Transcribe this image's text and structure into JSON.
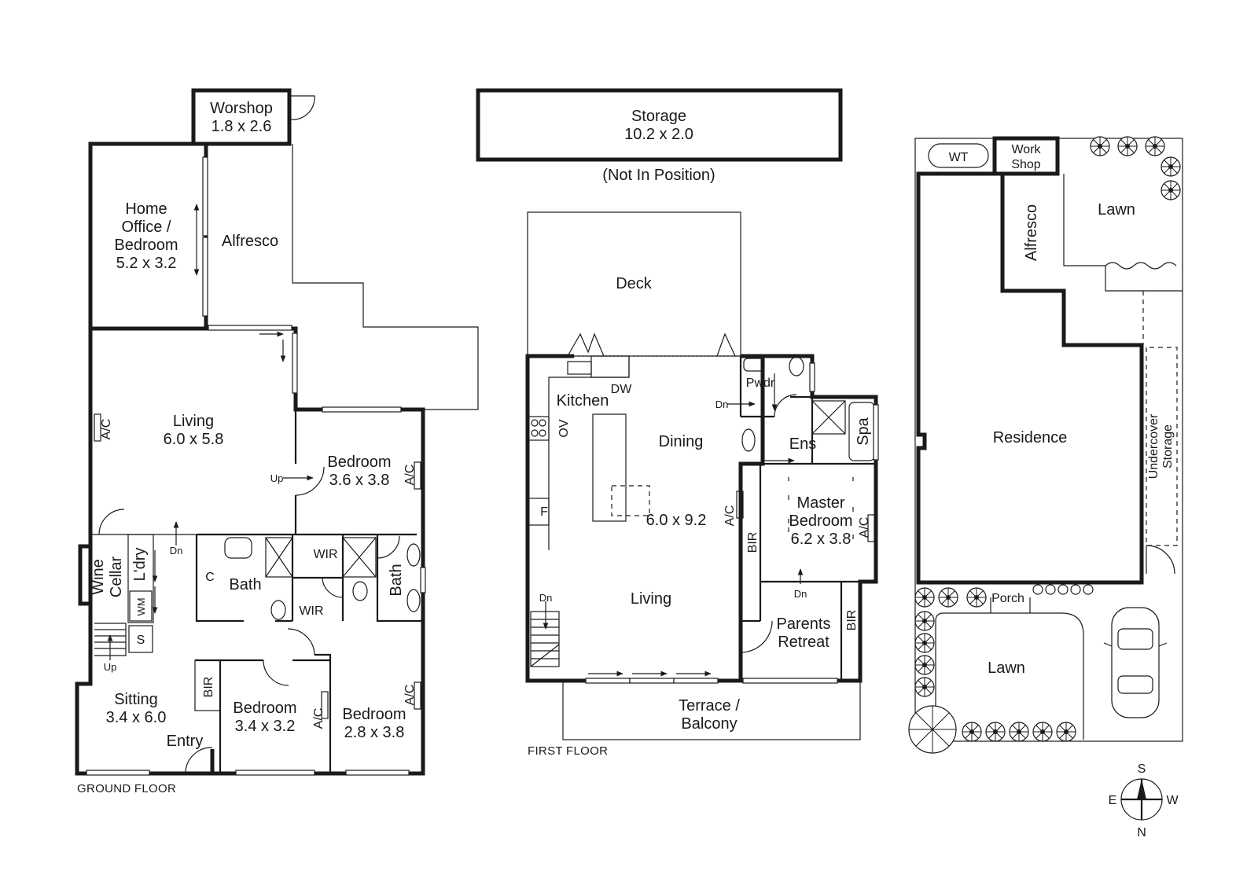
{
  "ground_floor": {
    "caption": "GROUND FLOOR",
    "worshop": {
      "name": "Worshop",
      "dims": "1.8 x 2.6"
    },
    "home_office": {
      "line1": "Home",
      "line2": "Office /",
      "line3": "Bedroom",
      "dims": "5.2 x 3.2"
    },
    "alfresco": "Alfresco",
    "living": {
      "name": "Living",
      "dims": "6.0 x 5.8"
    },
    "bedroom_a": {
      "name": "Bedroom",
      "dims": "3.6 x 3.8"
    },
    "bedroom_b": {
      "name": "Bedroom",
      "dims": "3.4 x 3.2"
    },
    "bedroom_c": {
      "name": "Bedroom",
      "dims": "2.8 x 3.8"
    },
    "sitting": {
      "name": "Sitting",
      "dims": "3.4 x 6.0"
    },
    "entry": "Entry",
    "wine_cellar": {
      "line1": "Wine",
      "line2": "Cellar"
    },
    "laundry": "L'dry",
    "wm": "WM",
    "s": "S",
    "c": "C",
    "bath": "Bath",
    "wir": "WIR",
    "bir": "BIR",
    "ac": "A/C",
    "up": "Up",
    "dn": "Dn"
  },
  "storage": {
    "name": "Storage",
    "dims": "10.2 x 2.0",
    "note": "(Not In Position)"
  },
  "first_floor": {
    "caption": "FIRST FLOOR",
    "deck": "Deck",
    "kitchen": "Kitchen",
    "dw": "DW",
    "f": "F",
    "dining": "Dining",
    "living": {
      "name": "Living",
      "dims": "6.0 x 9.2"
    },
    "pwdr": "Pwdr",
    "ens": "Ens",
    "spa": "Spa",
    "master": {
      "line1": "Master",
      "line2": "Bedroom",
      "dims": "6.2 x 3.8"
    },
    "parents": {
      "line1": "Parents",
      "line2": "Retreat"
    },
    "terrace": {
      "line1": "Terrace /",
      "line2": "Balcony"
    },
    "bir": "BIR",
    "ac": "A/C",
    "dn": "Dn"
  },
  "site": {
    "wt": "WT",
    "work_shop": {
      "line1": "Work",
      "line2": "Shop"
    },
    "lawn_top": "Lawn",
    "alfresco": "Alfresco",
    "residence": "Residence",
    "undercover": {
      "line1": "Undercover",
      "line2": "Storage"
    },
    "porch": "Porch",
    "lawn_bottom": "Lawn"
  },
  "compass": {
    "s": "S",
    "e": "E",
    "w": "W",
    "n": "N"
  }
}
